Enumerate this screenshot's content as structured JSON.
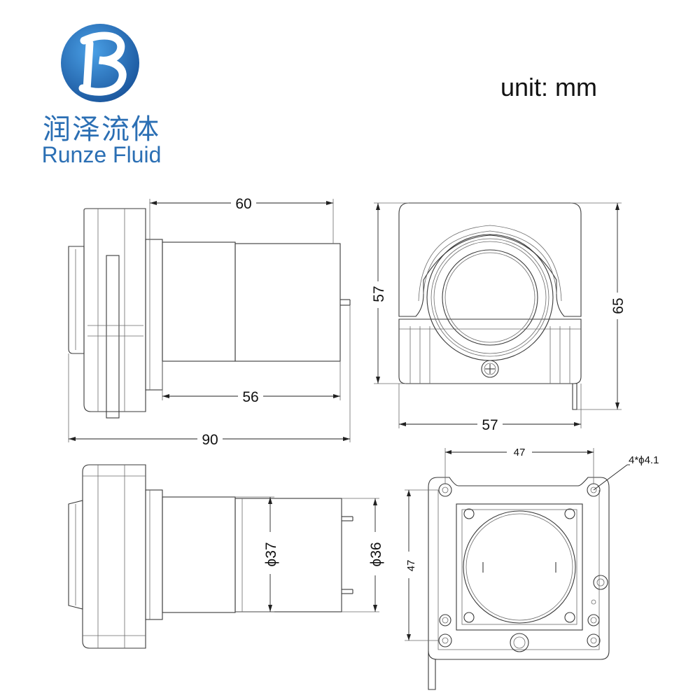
{
  "brand": {
    "name_cn": "润泽流体",
    "name_en": "Runze Fluid"
  },
  "unit_label": "unit: mm",
  "dimensions": {
    "side_pump_length": "60",
    "side_motor_length": "56",
    "side_total_length": "90",
    "front_width": "57",
    "front_height": "65",
    "front_inner_height": "57",
    "motor_diameter": "ϕ37",
    "gear_diameter": "ϕ36",
    "hole_pitch_x": "47",
    "hole_pitch_y": "47",
    "mount_holes": "4*ϕ4.1"
  },
  "colors": {
    "brand_blue": "#2b6fb4",
    "logo_gradient_top": "#3d8fd6",
    "logo_gradient_bottom": "#1f5ba3",
    "line": "#3a3a3a"
  }
}
